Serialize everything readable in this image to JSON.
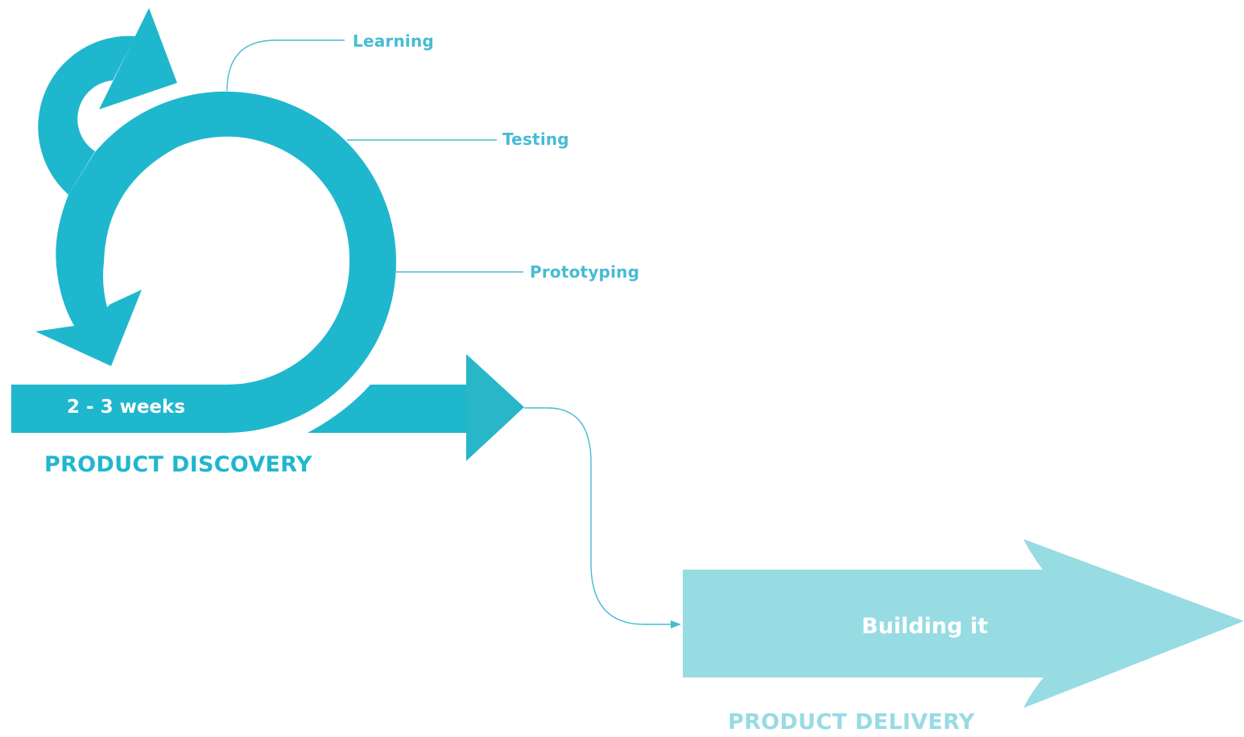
{
  "discovery": {
    "title": "PRODUCT DISCOVERY",
    "duration": "2 - 3 weeks",
    "color": "#1fb7ce",
    "steps": [
      {
        "label": "Learning"
      },
      {
        "label": "Testing"
      },
      {
        "label": "Prototyping"
      }
    ]
  },
  "delivery": {
    "title": "PRODUCT DELIVERY",
    "arrow_label": "Building it",
    "color": "#97dbe3"
  },
  "colors": {
    "discovery_primary": "#1fb7ce",
    "discovery_arrowhead": "#29b6c8",
    "delivery_primary": "#97dbe3",
    "label_text": "#46bcd3",
    "leader_line": "#46bcd3"
  }
}
